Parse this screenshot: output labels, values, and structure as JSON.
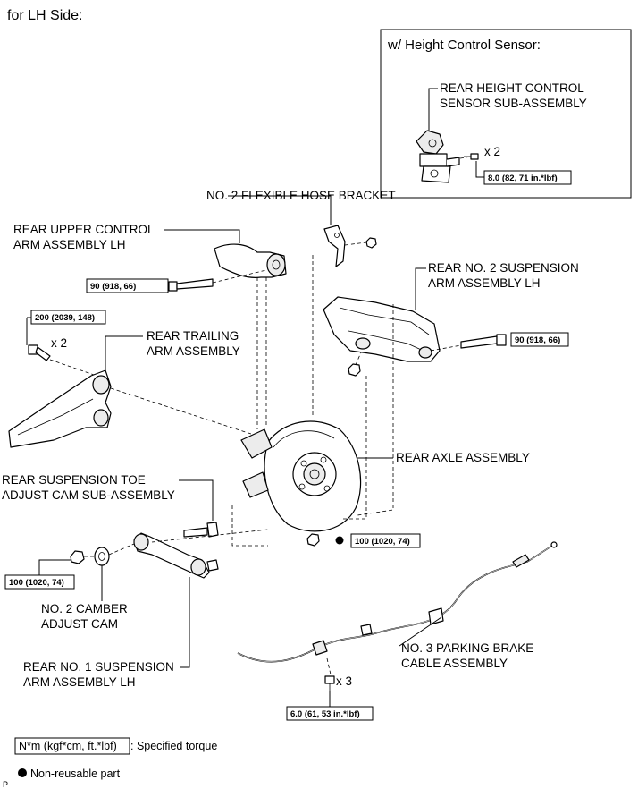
{
  "title": "for LH Side:",
  "inset": {
    "title": "w/ Height Control Sensor:",
    "sensor_label_1": "REAR HEIGHT CONTROL",
    "sensor_label_2": "SENSOR SUB-ASSEMBLY",
    "qty": "x 2",
    "torque": "8.0 (82, 71 in.*lbf)"
  },
  "labels": {
    "hose_bracket": "NO. 2 FLEXIBLE HOSE BRACKET",
    "upper_arm_1": "REAR UPPER CONTROL",
    "upper_arm_2": "ARM ASSEMBLY LH",
    "no2_arm_1": "REAR NO. 2 SUSPENSION",
    "no2_arm_2": "ARM ASSEMBLY LH",
    "trailing_1": "REAR TRAILING",
    "trailing_2": "ARM ASSEMBLY",
    "axle": "REAR AXLE ASSEMBLY",
    "toe_cam_1": "REAR SUSPENSION TOE",
    "toe_cam_2": "ADJUST CAM SUB-ASSEMBLY",
    "camber_1": "NO. 2 CAMBER",
    "camber_2": "ADJUST CAM",
    "no1_arm_1": "REAR NO. 1 SUSPENSION",
    "no1_arm_2": "ARM ASSEMBLY LH",
    "cable_1": "NO. 3 PARKING BRAKE",
    "cable_2": "CABLE ASSEMBLY"
  },
  "torques": {
    "upper_arm": "90 (918, 66)",
    "no2_arm": "90 (918, 66)",
    "trailing": "200 (2039, 148)",
    "axle": "100 (1020, 74)",
    "camber": "100 (1020, 74)",
    "cable": "6.0 (61, 53 in.*lbf)"
  },
  "quantities": {
    "trailing": "x 2",
    "cable": "x 3"
  },
  "legend": {
    "torque_key": "N*m (kgf*cm, ft.*lbf)",
    "torque_desc": ": Specified torque",
    "nonreusable": "Non-reusable part"
  },
  "footer_code": "P"
}
